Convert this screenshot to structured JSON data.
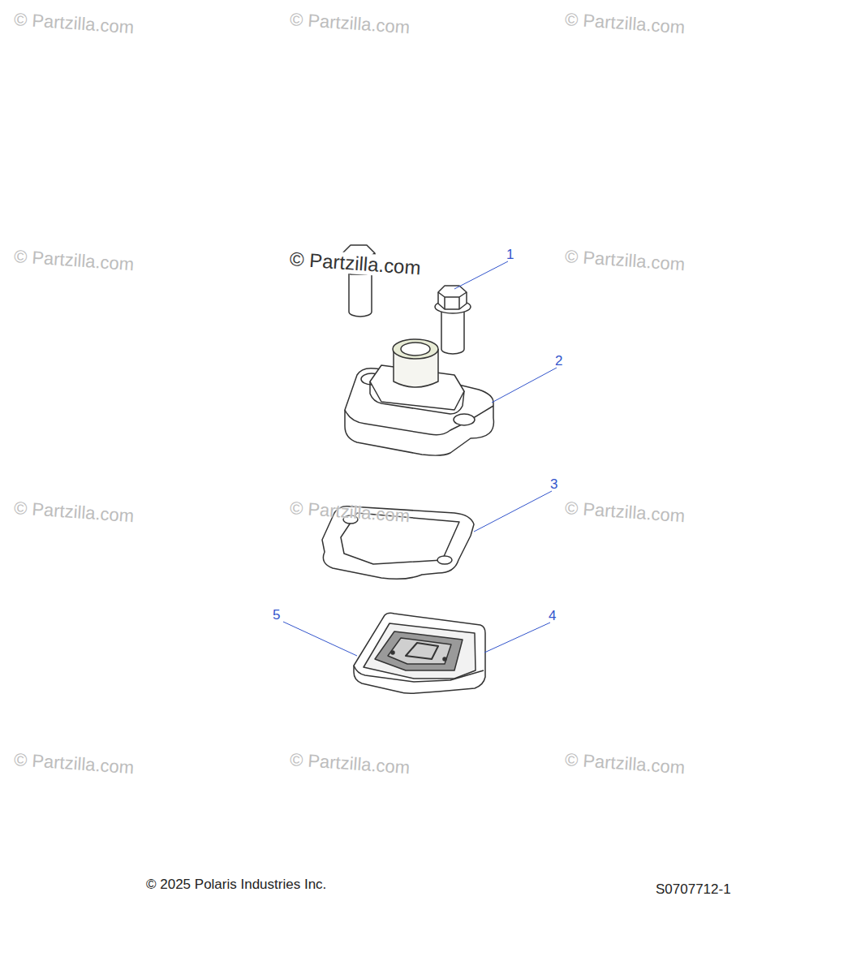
{
  "diagram": {
    "labels": [
      "© Partzilla.com",
      "© Partzilla.com",
      "© Partzilla.com",
      "© Partzilla.com",
      "© Partzilla.com",
      "1",
      "© Partzilla.com",
      "2",
      "© Partzilla.com",
      "© Partzilla.com",
      "© Partzilla.com",
      "3",
      "5",
      "4",
      "© Partzilla.com",
      "© Partzilla.com",
      "© Partzilla.com",
      "© 2025 Polaris Industries Inc.",
      "S0707712-1"
    ]
  }
}
